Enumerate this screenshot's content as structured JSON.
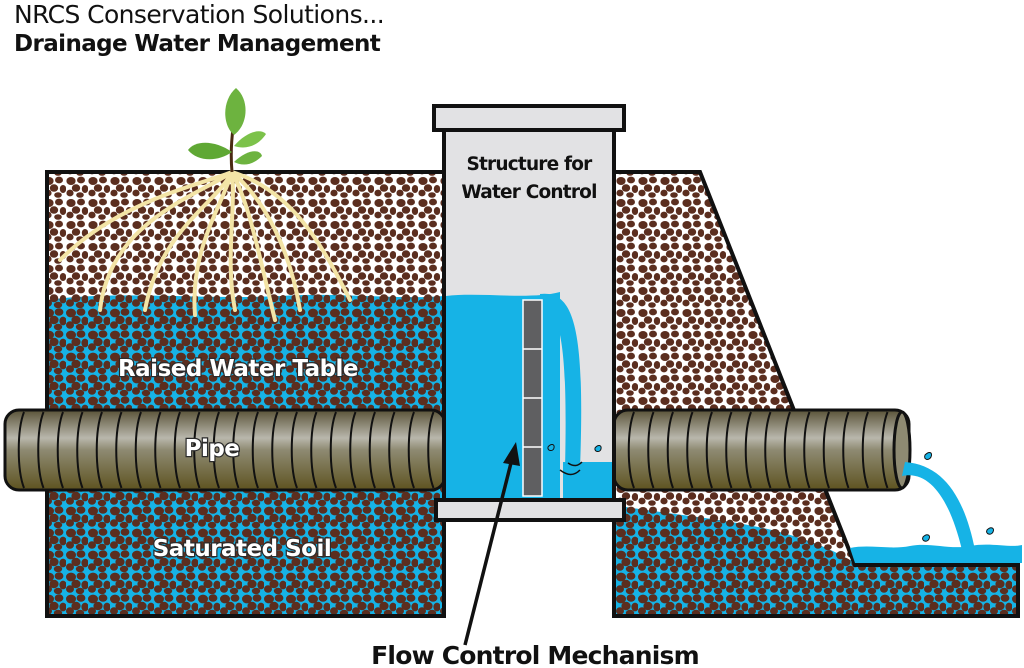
{
  "header": {
    "subtitle": "NRCS Conservation Solutions...",
    "title": "Drainage Water Management"
  },
  "labels": {
    "structure_line1": "Structure for",
    "structure_line2": "Water Control",
    "raised_water_table": "Raised Water Table",
    "pipe": "Pipe",
    "saturated_soil": "Saturated Soil",
    "flow_control": "Flow Control Mechanism"
  },
  "colors": {
    "soil_brown": "#5b2e1f",
    "water_blue": "#16b3e6",
    "pipe_olive": "#6b6343",
    "structure_gray": "#e2e2e4",
    "board_gray": "#5f5f61",
    "root_cream": "#f3e4a6",
    "leaf_green": "#6db33f",
    "outline": "#111111"
  }
}
